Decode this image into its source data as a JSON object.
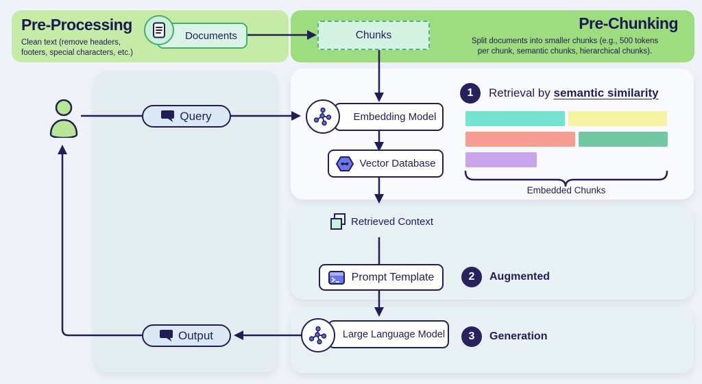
{
  "header": {
    "preprocessing": {
      "title": "Pre-Processing",
      "subtitle": [
        "Clean text (remove headers,",
        "footers, special characters, etc.)"
      ],
      "documents_label": "Documents"
    },
    "prechunking": {
      "title": "Pre-Chunking",
      "subtitle": [
        "Split documents into smaller chunks (e.g., 500 tokens",
        "per chunk, semantic chunks, hierarchical chunks)."
      ],
      "chunks_label": "Chunks"
    }
  },
  "flow": {
    "query_label": "Query",
    "output_label": "Output",
    "embedding_model_label": "Embedding Model",
    "vector_database_label": "Vector Database",
    "retrieved_context_label": "Retrieved Context",
    "prompt_template_label": "Prompt Template",
    "llm_label": "Large Language Model"
  },
  "steps": {
    "retrieval": {
      "number": "1",
      "prefix": "Retrieval by ",
      "emphasis": "semantic similarity"
    },
    "augmented": {
      "number": "2",
      "label": "Augmented"
    },
    "generation": {
      "number": "3",
      "label": "Generation"
    }
  },
  "embedded_chunks": {
    "caption": "Embedded Chunks",
    "rows": [
      [
        {
          "color": "#73e3cf",
          "width": 145
        },
        {
          "color": "#f6f2a3",
          "width": 144
        }
      ],
      [
        {
          "color": "#f79d92",
          "width": 160
        },
        {
          "color": "#74c8a1",
          "width": 130
        }
      ],
      [
        {
          "color": "#c9a5ec",
          "width": 104
        }
      ]
    ]
  },
  "colors": {
    "navy": "#211d56",
    "green_left": "#c5eba7",
    "green_right": "#9edc80",
    "mint_fill": "#d7f3e3",
    "mint_border": "#43ae6e",
    "pill_blue": "#dbe8f5",
    "indigo": "#6b76ea",
    "node_blue": "#5b66e9",
    "person_green": "#b9e596"
  }
}
